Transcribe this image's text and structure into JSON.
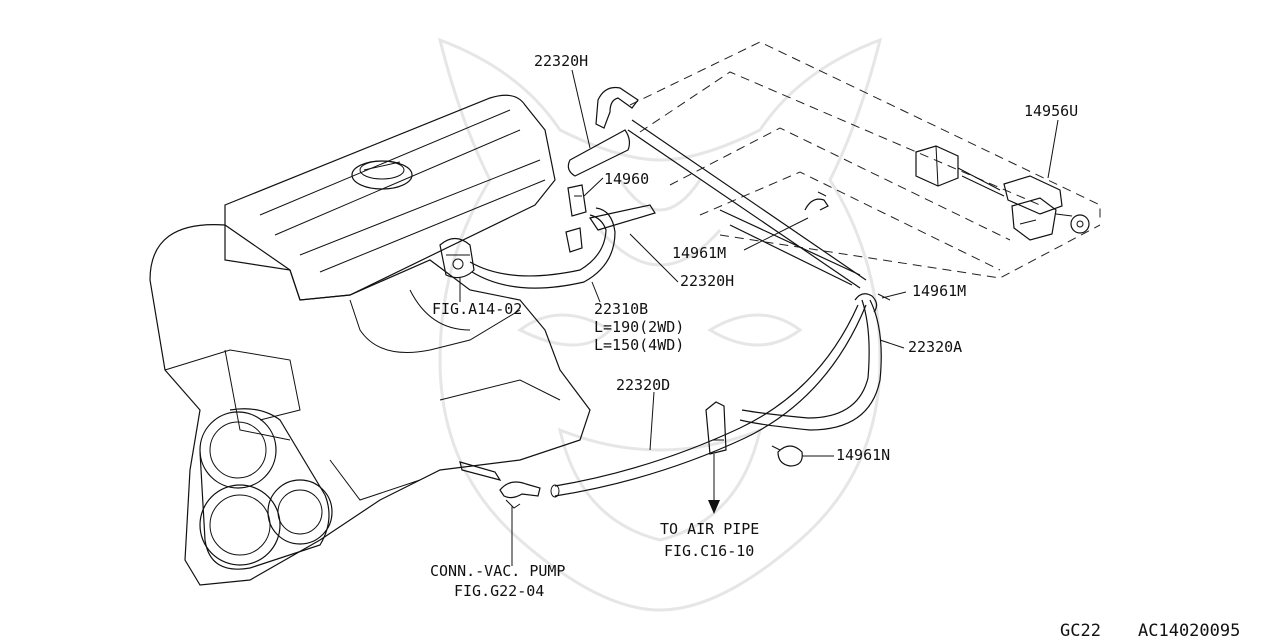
{
  "labels": {
    "p22320h_top": "22320H",
    "p14956u": "14956U",
    "p14960": "14960",
    "p14961m_a": "14961M",
    "p22320h_mid": "22320H",
    "p14961m_b": "14961M",
    "fig_a14_02": "FIG.A14-02",
    "p22310b": "22310B",
    "len_2wd": "L=190(2WD)",
    "len_4wd": "L=150(4WD)",
    "p22320a": "22320A",
    "p22320d": "22320D",
    "p14961n": "14961N",
    "to_air_pipe": "TO AIR PIPE",
    "fig_c16_10": "FIG.C16-10",
    "conn_vac_pump": "CONN.-VAC. PUMP",
    "fig_g22_04": "FIG.G22-04"
  },
  "footer": {
    "code_left": "GC22",
    "code_right": "AC14020095"
  }
}
